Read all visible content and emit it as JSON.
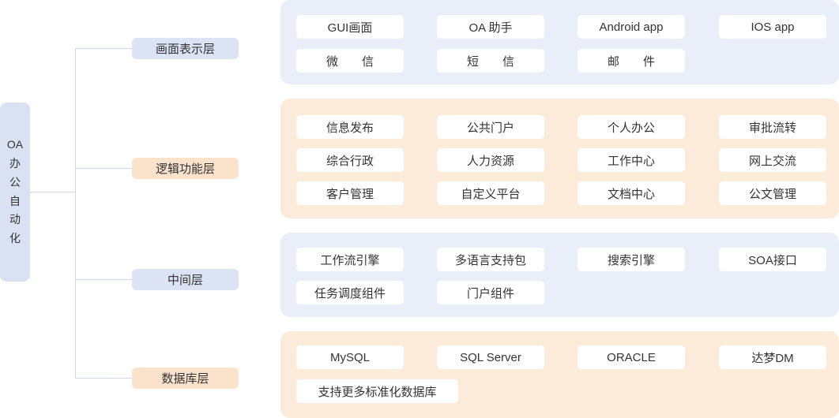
{
  "root_label": "OA 办公自动化",
  "layers": [
    {
      "label": "画面表示层",
      "rows": [
        [
          "GUI画面",
          "OA 助手",
          "Android app",
          "IOS app"
        ],
        [
          "微　　信",
          "短　　信",
          "邮　　件"
        ]
      ]
    },
    {
      "label": "逻辑功能层",
      "rows": [
        [
          "信息发布",
          "公共门户",
          "个人办公",
          "审批流转"
        ],
        [
          "综合行政",
          "人力资源",
          "工作中心",
          "网上交流"
        ],
        [
          "客户管理",
          "自定义平台",
          "文档中心",
          "公文管理"
        ]
      ]
    },
    {
      "label": "中间层",
      "rows": [
        [
          "工作流引擎",
          "多语言支持包",
          "搜索引擎",
          "SOA接口"
        ],
        [
          "任务调度组件",
          "门户组件"
        ]
      ]
    },
    {
      "label": "数据库层",
      "rows": [
        [
          "MySQL",
          "SQL Server",
          "ORACLE",
          "达梦DM"
        ],
        [
          "支持更多标准化数据库"
        ]
      ]
    }
  ],
  "colors": {
    "blue_panel": "#e9eef8",
    "orange_panel": "#fdebd9",
    "blue_label": "#dbe3f4",
    "orange_label": "#fbe2cb",
    "root_box": "#d9e1f3",
    "connector_line": "#cfd8ea",
    "text": "#333333",
    "chip_background": "#ffffff"
  }
}
